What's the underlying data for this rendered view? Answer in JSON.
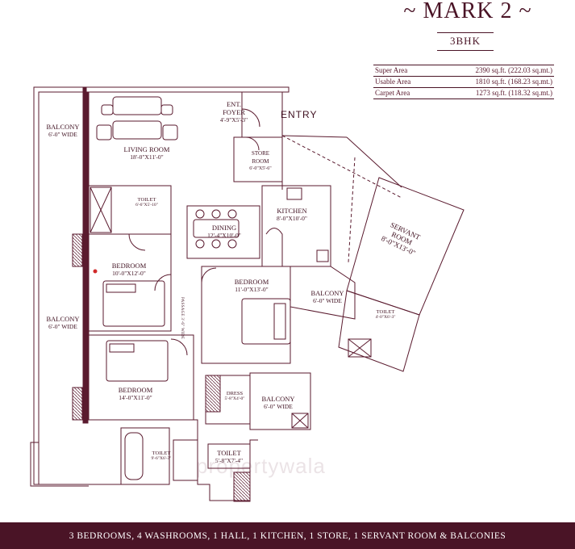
{
  "title": "~ MARK 2 ~",
  "subtitle": "3BHK",
  "areas": [
    {
      "label": "Super Area",
      "value": "2390 sq.ft. (222.03 sq.mt.)"
    },
    {
      "label": "Usable Area",
      "value": "1810 sq.ft. (168.23 sq.mt.)"
    },
    {
      "label": "Carpet Area",
      "value": "1273 sq.ft. (118.32 sq.mt.)"
    }
  ],
  "entry_label": "ENTRY",
  "rooms": {
    "ent_foyer": {
      "name": "ENT.\nFOYER",
      "dim": "4'-9\"X5'-3\""
    },
    "balcony_top_left": {
      "name": "BALCONY",
      "dim": "6'-0\" WIDE"
    },
    "living_room": {
      "name": "LIVING ROOM",
      "dim": "18'-0\"X11'-0\""
    },
    "store_room": {
      "name": "STORE\nROOM",
      "dim": "6'-0\"X5'-6\""
    },
    "toilet_top": {
      "name": "TOILET",
      "dim": "6'-6\"X5'-10\""
    },
    "kitchen": {
      "name": "KITCHEN",
      "dim": "8'-0\"X10'-0\""
    },
    "dining": {
      "name": "DINING",
      "dim": "12'-4\"X10'-0\""
    },
    "servant_room": {
      "name": "SERVANT\nROOM",
      "dim": "8'-0\"X13'-0\""
    },
    "bedroom_1": {
      "name": "BEDROOM",
      "dim": "10'-0\"X12'-0\""
    },
    "bedroom_2": {
      "name": "BEDROOM",
      "dim": "11'-0\"X13'-0\""
    },
    "balcony_mid_right": {
      "name": "BALCONY",
      "dim": "6'-0\" WIDE"
    },
    "balcony_left": {
      "name": "BALCONY",
      "dim": "6'-0\" WIDE"
    },
    "toilet_servant": {
      "name": "TOILET",
      "dim": "4'-0\"X6'-3\""
    },
    "bedroom_3": {
      "name": "BEDROOM",
      "dim": "14'-0\"X11'-0\""
    },
    "dress": {
      "name": "DRESS",
      "dim": "5'-8\"X4'-0\""
    },
    "balcony_bottom": {
      "name": "BALCONY",
      "dim": "6'-0\" WIDE"
    },
    "toilet_bottom_left": {
      "name": "TOILET",
      "dim": "9'-6\"X6'-3\""
    },
    "toilet_bottom": {
      "name": "TOILET",
      "dim": "5'-8\"X7'-4\""
    }
  },
  "passage": "PASSAGE 3'-6\" WIDE",
  "watermark": "propertywala",
  "footer": "3 BEDROOMS, 4 WASHROOMS, 1 HALL, 1 KITCHEN, 1 STORE, 1 SERVANT ROOM  & BALCONIES",
  "colors": {
    "brand": "#4a1426",
    "line": "#5a1a2e"
  }
}
